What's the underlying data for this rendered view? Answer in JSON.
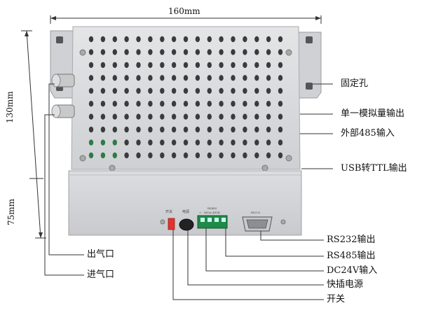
{
  "dimensions": {
    "width": "160mm",
    "height_top": "130mm",
    "height_bottom": "75mm"
  },
  "callouts": {
    "mount_hole": "固定孔",
    "analog_output": "单一模拟量输出",
    "rs485_input": "外部485输入",
    "usb_ttl_output": "USB转TTL输出",
    "rs232_output": "RS232输出",
    "rs485_output": "RS485输出",
    "dc24v_input": "DC24V输入",
    "quick_power": "快插电源",
    "switch": "开关",
    "air_outlet": "出气口",
    "air_inlet": "进气口"
  },
  "panel_marks": {
    "switch_mark": "开关",
    "power_mark": "电源",
    "terminal_mark": "+ - 485A 485B",
    "terminal_top": "RS485",
    "db9_mark": "RS232"
  },
  "colors": {
    "case": "#d7d8da",
    "case_dark": "#b9bbbe",
    "terminal_green": "#1f8a4a",
    "switch_red": "#e0342c"
  }
}
